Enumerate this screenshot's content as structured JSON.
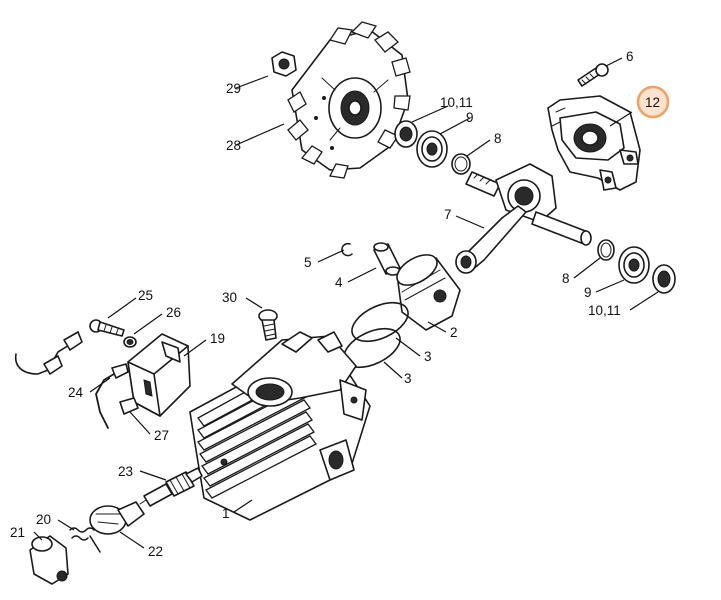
{
  "labels": {
    "p1": "1",
    "p2": "2",
    "p3a": "3",
    "p3b": "3",
    "p4": "4",
    "p5": "5",
    "p6": "6",
    "p7": "7",
    "p8a": "8",
    "p8b": "8",
    "p9a": "9",
    "p9b": "9",
    "p10a": "10,11",
    "p10b": "10,11",
    "p12": "12",
    "p19": "19",
    "p20": "20",
    "p21": "21",
    "p22": "22",
    "p23": "23",
    "p24": "24",
    "p25": "25",
    "p26": "26",
    "p27": "27",
    "p28": "28",
    "p29": "29",
    "p30": "30"
  },
  "colors": {
    "highlight_ring": "#f0a060",
    "highlight_fill": "#fbe3cf",
    "ink": "#1a1a1a",
    "background": "#ffffff"
  }
}
